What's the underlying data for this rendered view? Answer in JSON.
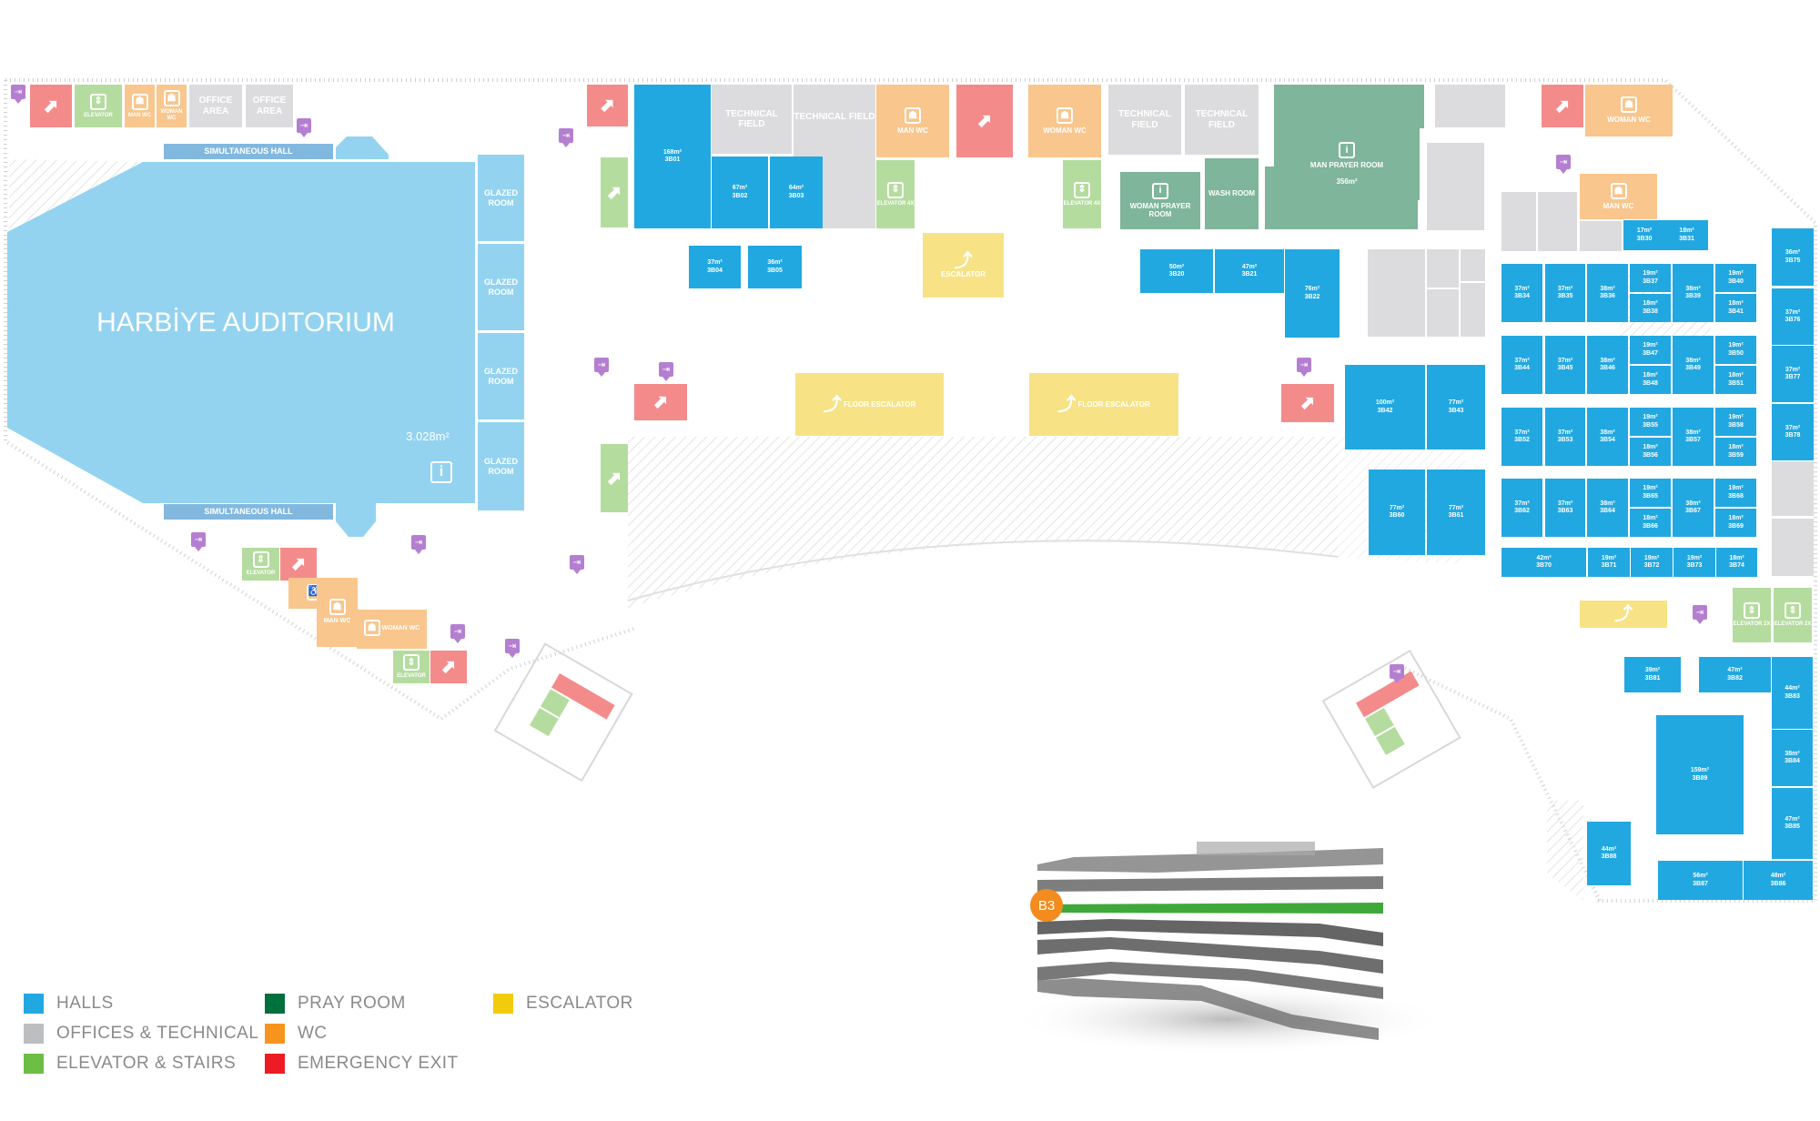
{
  "colors": {
    "halls": "#22a8e1",
    "offices_technical": "#bcbec0",
    "elevator_stairs": "#6cbf44",
    "pray_room": "#00703c",
    "wc": "#f7941d",
    "emergency_exit": "#ed1c24",
    "escalator": "#f2cc0c",
    "floor_badge": "#f28c1e"
  },
  "auditorium": {
    "name": "HARBİYE AUDITORIUM",
    "area": "3.028m²",
    "simultaneous_hall_label": "SIMULTANEOUS HALL",
    "glazed_room_label": "GLAZED\nROOM"
  },
  "labels": {
    "elevator": "ELEVATOR",
    "elevator_4x": "ELEVATOR 4X",
    "elevator_2x": "ELEVATOR 2X",
    "man_wc": "MAN WC",
    "woman_wc": "WOMAN WC",
    "office_area": "OFFICE AREA",
    "technical_field": "TECHNICAL FIELD",
    "escalator": "ESCALATOR",
    "floor_escalator": "FLOOR ESCALATOR",
    "man_prayer_room": "MAN PRAYER ROOM",
    "man_prayer_area": "356m²",
    "woman_prayer_room": "WOMAN PRAYER ROOM",
    "wash_room": "WASH ROOM"
  },
  "halls": [
    {
      "id": "3B01",
      "area": "168m²"
    },
    {
      "id": "3B02",
      "area": "67m²"
    },
    {
      "id": "3B03",
      "area": "64m²"
    },
    {
      "id": "3B04",
      "area": "37m²"
    },
    {
      "id": "3B05",
      "area": "36m²"
    },
    {
      "id": "3B20",
      "area": "50m²"
    },
    {
      "id": "3B21",
      "area": "47m²"
    },
    {
      "id": "3B22",
      "area": "76m²"
    },
    {
      "id": "3B30",
      "area": "17m²"
    },
    {
      "id": "3B31",
      "area": "18m²"
    },
    {
      "id": "3B34",
      "area": "37m²"
    },
    {
      "id": "3B35",
      "area": "37m²"
    },
    {
      "id": "3B36",
      "area": "38m²"
    },
    {
      "id": "3B37",
      "area": "19m²"
    },
    {
      "id": "3B38",
      "area": "18m²"
    },
    {
      "id": "3B39",
      "area": "38m²"
    },
    {
      "id": "3B40",
      "area": "19m²"
    },
    {
      "id": "3B41",
      "area": "18m²"
    },
    {
      "id": "3B42",
      "area": "100m²"
    },
    {
      "id": "3B43",
      "area": "77m²"
    },
    {
      "id": "3B44",
      "area": "37m²"
    },
    {
      "id": "3B45",
      "area": "37m²"
    },
    {
      "id": "3B46",
      "area": "38m²"
    },
    {
      "id": "3B47",
      "area": "19m²"
    },
    {
      "id": "3B48",
      "area": "18m²"
    },
    {
      "id": "3B49",
      "area": "38m²"
    },
    {
      "id": "3B50",
      "area": "19m²"
    },
    {
      "id": "3B51",
      "area": "18m²"
    },
    {
      "id": "3B52",
      "area": "37m²"
    },
    {
      "id": "3B53",
      "area": "37m²"
    },
    {
      "id": "3B54",
      "area": "38m²"
    },
    {
      "id": "3B55",
      "area": "19m²"
    },
    {
      "id": "3B56",
      "area": "18m²"
    },
    {
      "id": "3B57",
      "area": "38m²"
    },
    {
      "id": "3B58",
      "area": "19m²"
    },
    {
      "id": "3B59",
      "area": "18m²"
    },
    {
      "id": "3B60",
      "area": "77m²"
    },
    {
      "id": "3B61",
      "area": "77m²"
    },
    {
      "id": "3B62",
      "area": "37m²"
    },
    {
      "id": "3B63",
      "area": "37m²"
    },
    {
      "id": "3B64",
      "area": "38m²"
    },
    {
      "id": "3B65",
      "area": "19m²"
    },
    {
      "id": "3B66",
      "area": "18m²"
    },
    {
      "id": "3B67",
      "area": "38m²"
    },
    {
      "id": "3B68",
      "area": "19m²"
    },
    {
      "id": "3B69",
      "area": "18m²"
    },
    {
      "id": "3B70",
      "area": "42m²"
    },
    {
      "id": "3B71",
      "area": "19m²"
    },
    {
      "id": "3B72",
      "area": "19m²"
    },
    {
      "id": "3B73",
      "area": "19m²"
    },
    {
      "id": "3B74",
      "area": "18m²"
    },
    {
      "id": "3B75",
      "area": "36m²"
    },
    {
      "id": "3B76",
      "area": "37m²"
    },
    {
      "id": "3B77",
      "area": "37m²"
    },
    {
      "id": "3B78",
      "area": "37m²"
    },
    {
      "id": "3B81",
      "area": "39m²"
    },
    {
      "id": "3B82",
      "area": "47m²"
    },
    {
      "id": "3B83",
      "area": "44m²"
    },
    {
      "id": "3B84",
      "area": "38m²"
    },
    {
      "id": "3B85",
      "area": "47m²"
    },
    {
      "id": "3B86",
      "area": "48m²"
    },
    {
      "id": "3B87",
      "area": "56m²"
    },
    {
      "id": "3B88",
      "area": "44m²"
    },
    {
      "id": "3B89",
      "area": "159m²"
    }
  ],
  "floor_indicator": {
    "label": "B3"
  },
  "legend": [
    {
      "label": "HALLS",
      "color": "#22a8e1"
    },
    {
      "label": "OFFICES & TECHNICAL",
      "color": "#bcbec0"
    },
    {
      "label": "ELEVATOR & STAIRS",
      "color": "#6cbf44"
    },
    {
      "label": "PRAY ROOM",
      "color": "#00703c"
    },
    {
      "label": "WC",
      "color": "#f7941d"
    },
    {
      "label": "EMERGENCY EXIT",
      "color": "#ed1c24"
    },
    {
      "label": "ESCALATOR",
      "color": "#f2cc0c"
    }
  ],
  "icons": {
    "stairs": "stairs-icon",
    "elevator": "elevator-icon",
    "wc": "wc-icon",
    "escalator": "escalator-icon",
    "prayer": "prayer-icon",
    "info": "info-icon",
    "accessible": "accessible-icon",
    "baby": "baby-change-icon",
    "exit": "exit-sign-icon"
  }
}
